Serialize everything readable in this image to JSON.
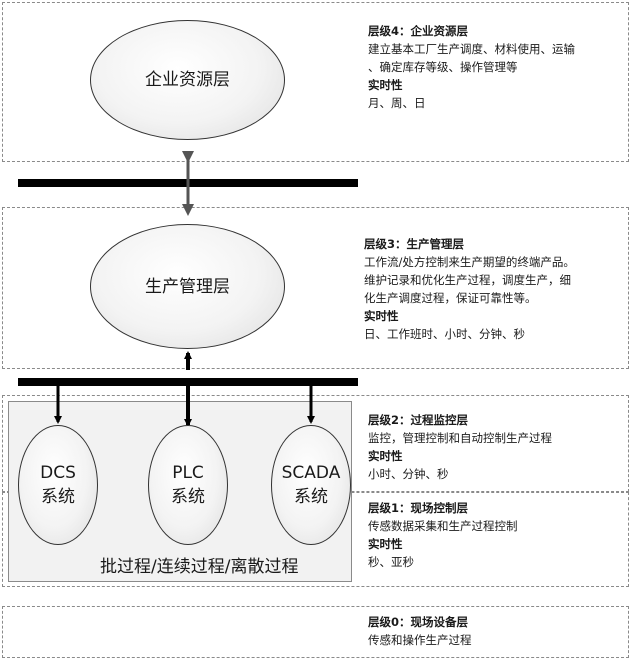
{
  "layers": [
    {
      "heading": "层级4：企业资源层",
      "lines": [
        "建立基本工厂生产调度、材料使用、运输",
        "、确定库存等级、操作管理等"
      ],
      "rt_heading": "实时性",
      "rt_value": "月、周、日"
    },
    {
      "heading": "层级3：生产管理层",
      "lines": [
        "工作流/处方控制来生产期望的终端产品。",
        "维护记录和优化生产过程，调度生产，细",
        "化生产调度过程，保证可靠性等。"
      ],
      "rt_heading": "实时性",
      "rt_value": "日、工作班时、小时、分钟、秒"
    },
    {
      "heading": "层级2：过程监控层",
      "lines": [
        "监控，管理控制和自动控制生产过程"
      ],
      "rt_heading": "实时性",
      "rt_value": "小时、分钟、秒"
    },
    {
      "heading": "层级1：现场控制层",
      "lines": [
        "传感数据采集和生产过程控制"
      ],
      "rt_heading": "实时性",
      "rt_value": "秒、亚秒"
    },
    {
      "heading": "层级0：现场设备层",
      "lines": [
        "传感和操作生产过程"
      ]
    }
  ],
  "nodes": {
    "erp": "企业资源层",
    "mes": "生产管理层",
    "dcs_1": "DCS",
    "dcs_2": "系统",
    "plc_1": "PLC",
    "plc_2": "系统",
    "scada_1": "SCADA",
    "scada_2": "系统"
  },
  "group_label": "批过程/连续过程/离散过程"
}
